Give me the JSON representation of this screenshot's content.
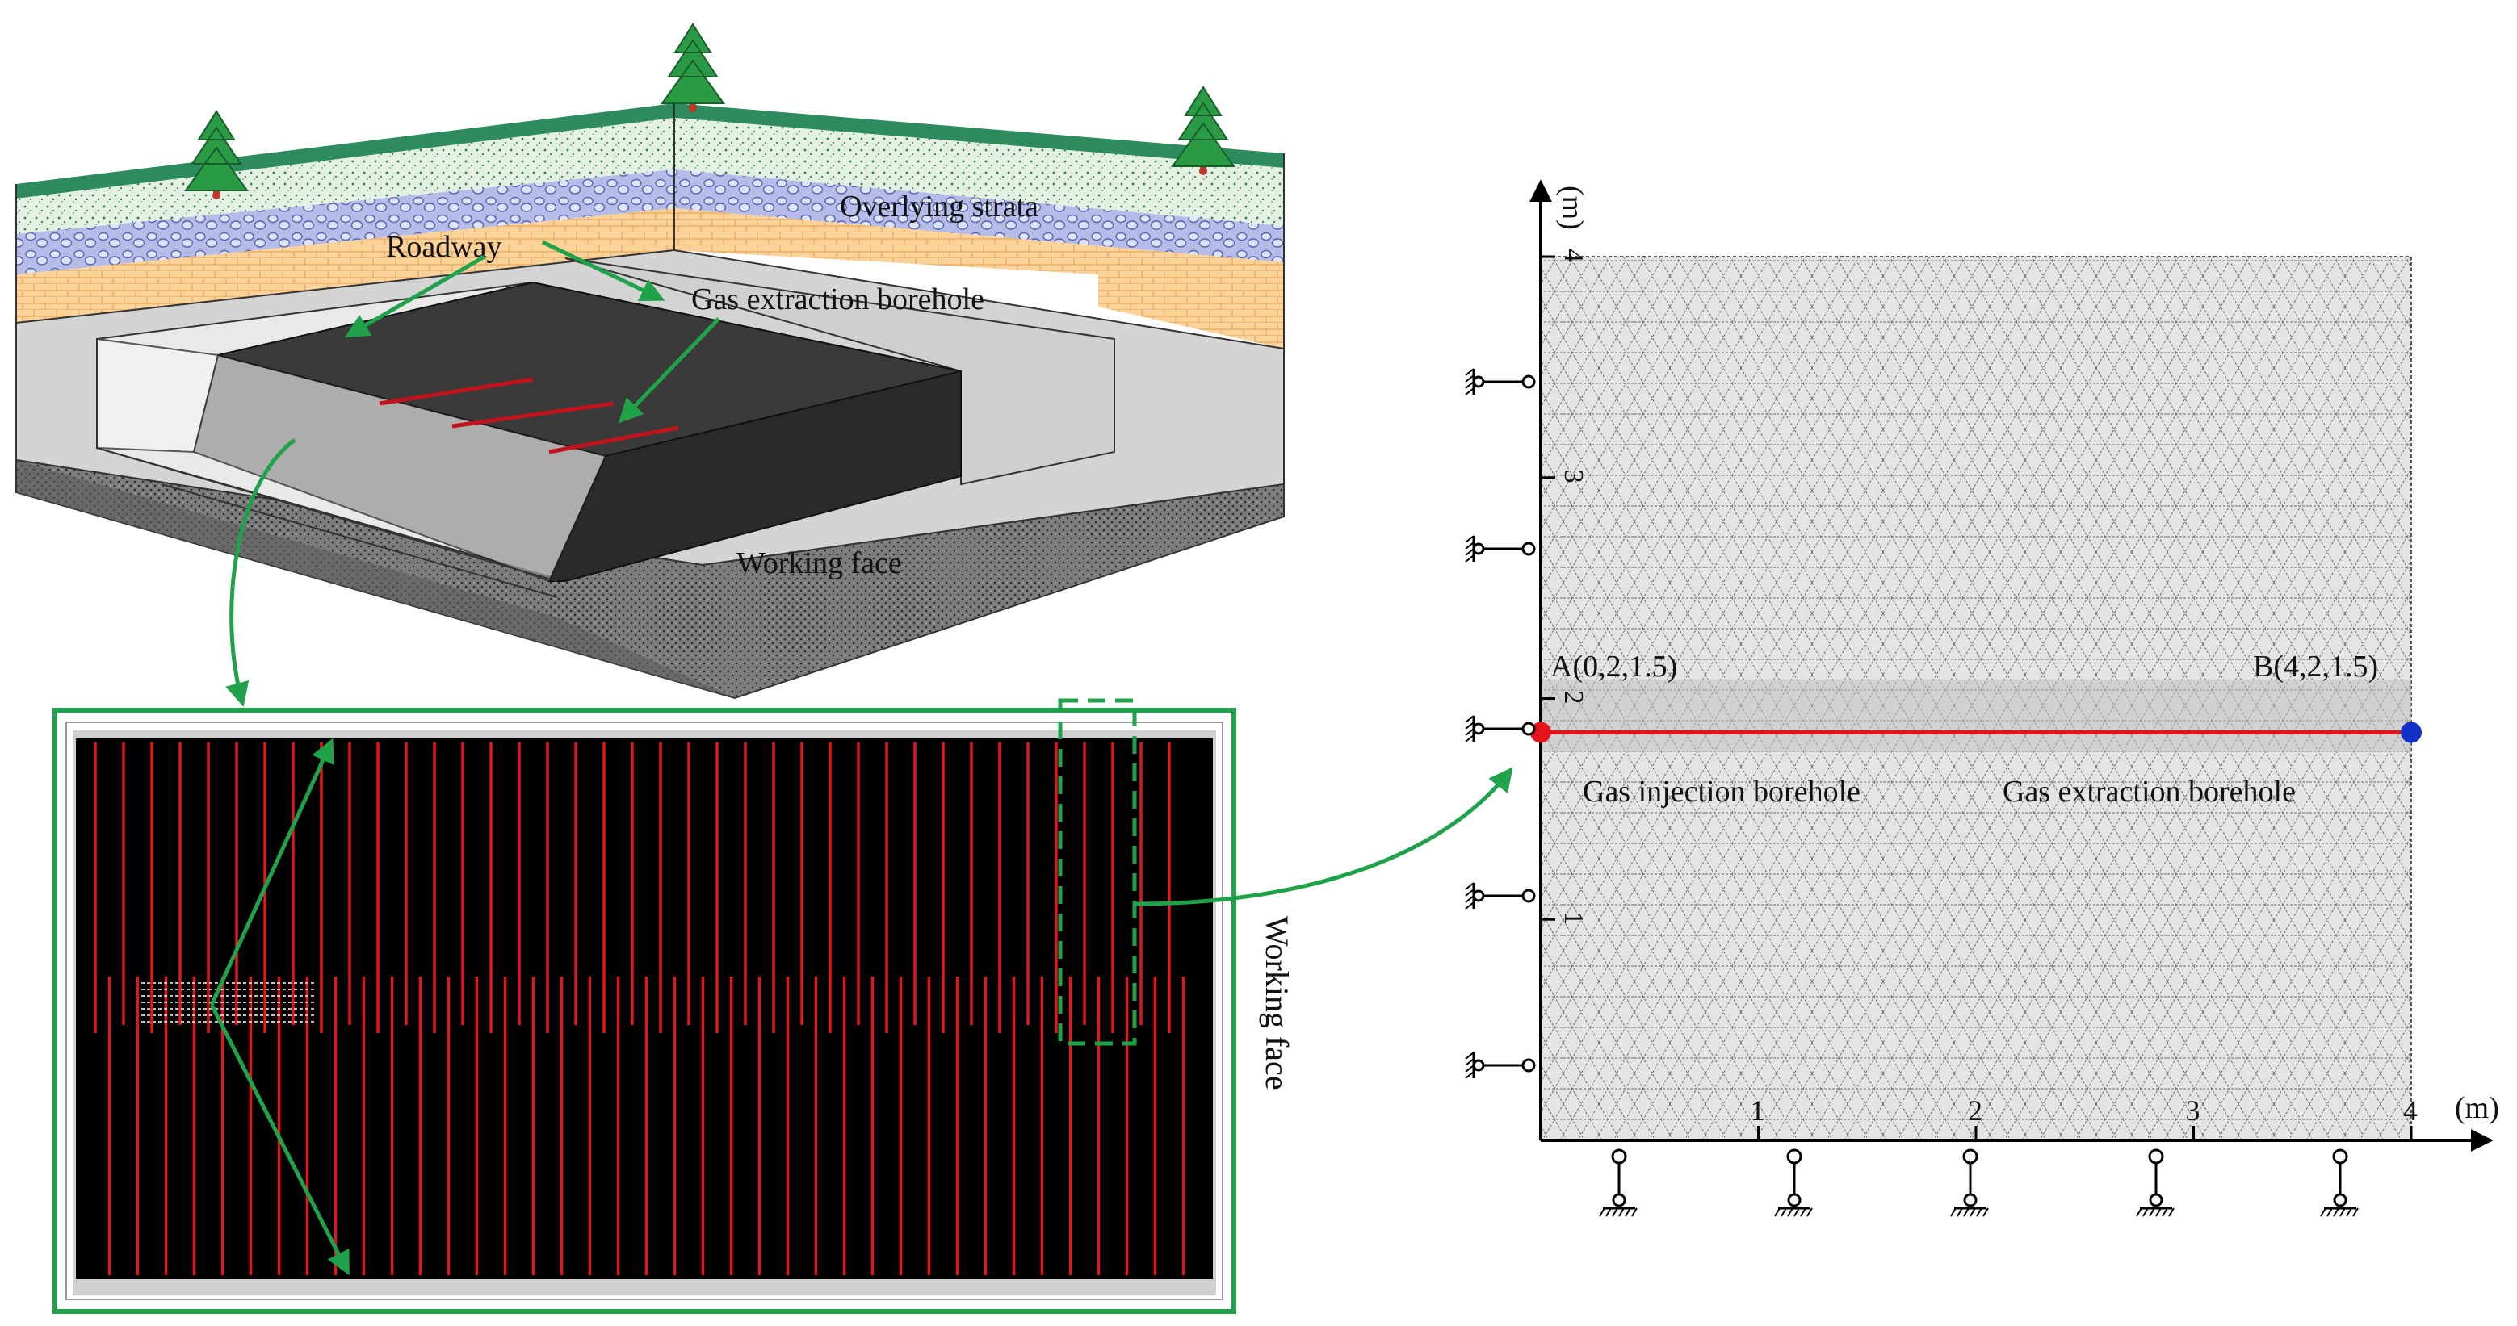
{
  "block_diagram": {
    "labels": {
      "overlying_strata": "Overlying strata",
      "roadway": "Roadway",
      "gas_extraction_borehole": "Gas extraction borehole",
      "working_face": "Working face"
    },
    "colors": {
      "surface": "#2e8b5e",
      "soil": "#d8ead8",
      "gravel": "#b9bfe6",
      "brick": "#f7c98e",
      "rock": "#d9d9d9",
      "coal_floor": "#8c8c8c",
      "borehole": "#c0141c",
      "arrow": "#1fa24a"
    }
  },
  "plan_view": {
    "working_face_label": "Working face",
    "borehole_color": "#e01818",
    "frame_color": "#1fa24a"
  },
  "model": {
    "x_unit": "(m)",
    "y_unit": "(m)",
    "x_ticks": [
      "1",
      "2",
      "3",
      "4"
    ],
    "y_ticks": [
      "1",
      "2",
      "3",
      "4"
    ],
    "x_range": [
      0,
      4
    ],
    "y_range": [
      0,
      4
    ],
    "point_a": {
      "label": "A(0,2,1.5)",
      "color": "#e3121b"
    },
    "point_b": {
      "label": "B(4,2,1.5)",
      "color": "#1030c8"
    },
    "injection_label": "Gas injection borehole",
    "extraction_label": "Gas extraction borehole",
    "borehole_line_color": "#e3121b"
  }
}
